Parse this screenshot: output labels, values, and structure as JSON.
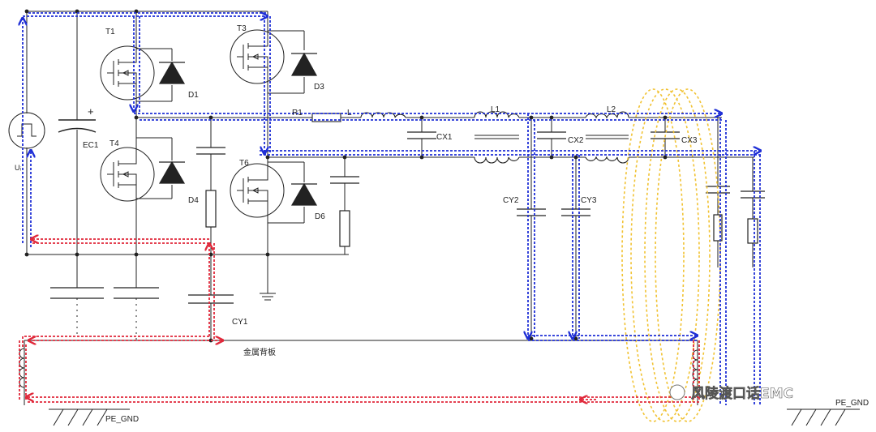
{
  "labels": {
    "t1": "T1",
    "t3": "T3",
    "t4": "T4",
    "t6": "T6",
    "d1": "D1",
    "d3": "D3",
    "d4": "D4",
    "d6": "D6",
    "ec1": "EC1",
    "plus": "+",
    "ui": "Uᵢ",
    "r1": "R1",
    "l_small": "L",
    "l1": "L1",
    "l2": "L2",
    "cx1": "CX1",
    "cx2": "CX2",
    "cx3": "CX3",
    "cy1": "CY1",
    "cy2": "CY2",
    "cy3": "CY3",
    "backplate": "金属背板",
    "pe_gnd_left": "PE_GND",
    "pe_gnd_right": "PE_GND"
  },
  "watermark": {
    "text": "风陵渡口话EMC"
  },
  "colors": {
    "wire": "#222222",
    "differential_path": "#1f2fd6",
    "common_mode_path": "#e0283a",
    "emission_loop": "#f1c232"
  }
}
